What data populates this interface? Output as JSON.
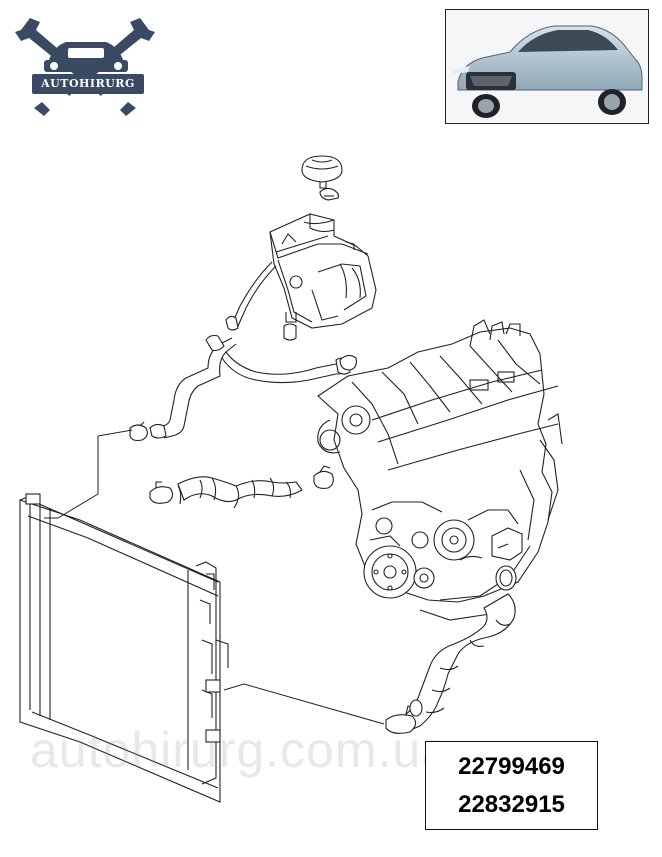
{
  "logo": {
    "text": "AUTOHIRURG"
  },
  "watermark": {
    "text": "autohirurg.com.ua"
  },
  "part_numbers": [
    "22799469",
    "22832915"
  ],
  "colors": {
    "line": "#222222",
    "logo_blue": "#3a4a63",
    "car_body": "#b8cad8",
    "watermark": "#969696"
  },
  "icons": {
    "logo": "wrenches-car-emblem",
    "photo": "cadillac-sedan"
  }
}
